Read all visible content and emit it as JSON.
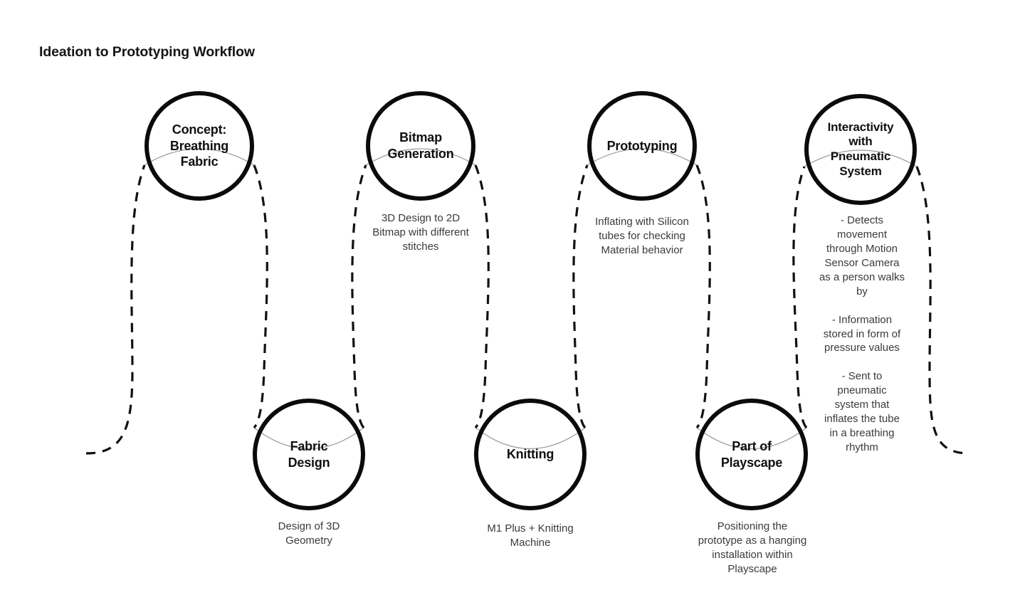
{
  "diagram": {
    "title": "Ideation to Prototyping Workflow",
    "background_color": "#ffffff",
    "node_stroke_color": "#0b0b0b",
    "connector_color": "#111111",
    "caption_color": "#3b3b3b",
    "connector_style": "dashed"
  },
  "nodes": [
    {
      "id": "concept",
      "label": "Concept:\nBreathing\nFabric",
      "row": "top",
      "order": 1,
      "caption": ""
    },
    {
      "id": "fabric-design",
      "label": "Fabric\nDesign",
      "row": "bottom",
      "order": 2,
      "caption": "Design of 3D\nGeometry"
    },
    {
      "id": "bitmap-generation",
      "label": "Bitmap\nGeneration",
      "row": "top",
      "order": 3,
      "caption": "3D Design to 2D\nBitmap with different\nstitches"
    },
    {
      "id": "knitting",
      "label": "Knitting",
      "row": "bottom",
      "order": 4,
      "caption": "M1 Plus + Knitting\nMachine"
    },
    {
      "id": "prototyping",
      "label": "Prototyping",
      "row": "top",
      "order": 5,
      "caption": "Inflating with Silicon\ntubes for checking\nMaterial behavior"
    },
    {
      "id": "part-of-playscape",
      "label": "Part of\nPlayscape",
      "row": "bottom",
      "order": 6,
      "caption": "Positioning  the\nprototype as a hanging\ninstallation within\nPlayscape"
    },
    {
      "id": "interactivity",
      "label": "Interactivity\nwith\nPneumatic\nSystem",
      "row": "top",
      "order": 7,
      "caption": "- Detects\nmovement\nthrough Motion\nSensor Camera\nas a person walks\nby\n\n- Information\nstored in form of\npressure values\n\n- Sent to\npneumatic\nsystem that\ninflates the tube\nin a breathing\nrhythm"
    }
  ]
}
